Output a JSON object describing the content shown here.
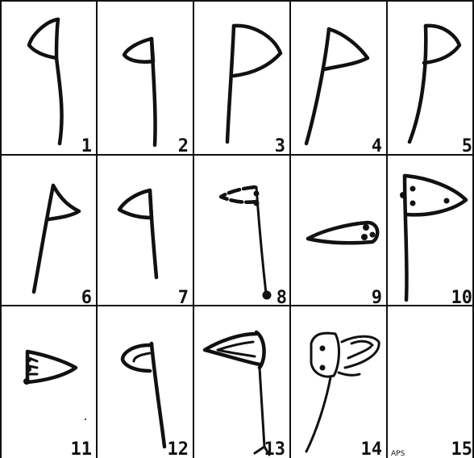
{
  "plate": {
    "cells": [
      {
        "number": "1"
      },
      {
        "number": "2"
      },
      {
        "number": "3"
      },
      {
        "number": "4"
      },
      {
        "number": "5"
      },
      {
        "number": "6"
      },
      {
        "number": "7"
      },
      {
        "number": "8"
      },
      {
        "number": "9"
      },
      {
        "number": "10"
      },
      {
        "number": "11"
      },
      {
        "number": "12"
      },
      {
        "number": "13"
      },
      {
        "number": "14"
      },
      {
        "number": "15"
      }
    ],
    "credit": "APS"
  },
  "colors": {
    "ink": "#111111",
    "background": "#ffffff"
  }
}
